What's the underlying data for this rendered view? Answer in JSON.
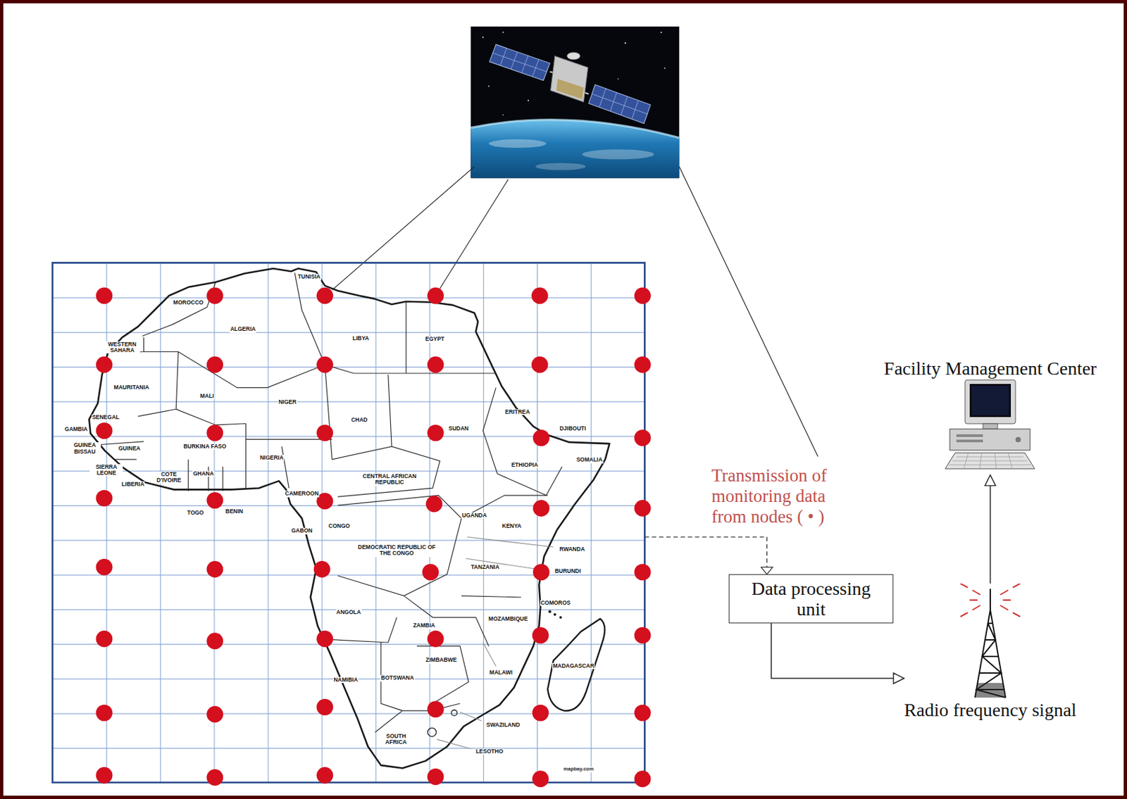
{
  "diagram": {
    "nodes": [
      {
        "text": [
          "Facility Management Center"
        ]
      },
      {
        "text": [
          "Data processing unit"
        ]
      },
      {
        "text": [
          "Radio frequency signal"
        ]
      }
    ],
    "edges": [
      {
        "from": 1,
        "to": 2,
        "arrow": "to"
      },
      {
        "from": 2,
        "to": 0,
        "arrow": "to"
      }
    ],
    "labels": [
      "TUNISIA",
      "MOROCCO",
      "ALGERIA",
      "LIBYA",
      "EGYPT",
      "WESTERN SAHARA",
      "MAURITANIA",
      "MALI",
      "NIGER",
      "CHAD",
      "SUDAN",
      "ERITREA",
      "DJIBOUTI",
      "ETHIOPIA",
      "SOMALIA",
      "GAMBIA",
      "SENEGAL",
      "GUINEA BISSAU",
      "GUINEA",
      "BURKINA FASO",
      "NIGERIA",
      "SIERRA LEONE",
      "COTE D'IVOIRE",
      "GHANA",
      "LIBERIA",
      "CAMEROON",
      "CENTRAL AFRICAN REPUBLIC",
      "TOGO",
      "BENIN",
      "GABON",
      "CONGO",
      "DEMOCRATIC REPUBLIC OF THE CONGO",
      "UGANDA",
      "KENYA",
      "RWANDA",
      "BURUNDI",
      "TANZANIA",
      "COMOROS",
      "ANGOLA",
      "ZAMBIA",
      "MOZAMBIQUE",
      "ZIMBABWE",
      "MALAWI",
      "NAMIBIA",
      "BOTSWANA",
      "MADAGASCAR",
      "SWAZILAND",
      "SOUTH AFRICA",
      "LESOTHO",
      "mapbay.com",
      "Transmission of monitoring data from nodes ( • )"
    ]
  }
}
